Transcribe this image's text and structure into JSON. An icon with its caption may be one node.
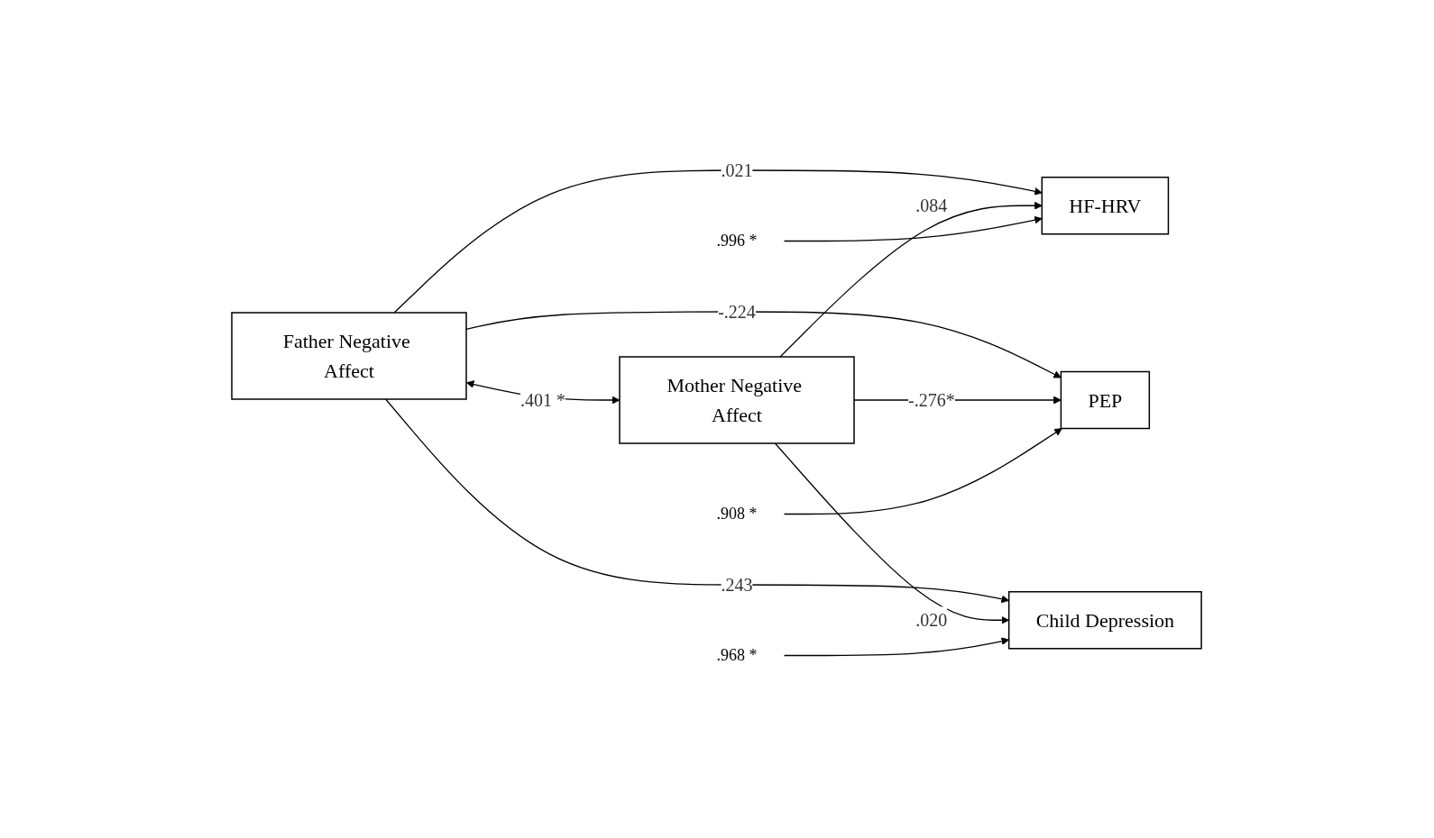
{
  "diagram": {
    "nodes": [
      {
        "text": [
          "Father Negative Affect"
        ]
      },
      {
        "text": [
          "Mother Negative Affect"
        ]
      },
      {
        "text": [
          "HF-HRV"
        ]
      },
      {
        "text": [
          "PEP"
        ]
      },
      {
        "text": [
          "Child Depression"
        ]
      },
      {
        "text": [
          ".996 *"
        ]
      },
      {
        "text": [
          ".908 *"
        ]
      },
      {
        "text": [
          ".968 *"
        ]
      }
    ],
    "edges": [
      {
        "from": 0,
        "to": 1,
        "arrow": "both",
        "label": ".401 *"
      },
      {
        "from": 0,
        "to": 2,
        "arrow": "to",
        "label": ".021"
      },
      {
        "from": 0,
        "to": 3,
        "arrow": "to",
        "label": "-.224"
      },
      {
        "from": 0,
        "to": 4,
        "arrow": "to",
        "label": ".243"
      },
      {
        "from": 1,
        "to": 2,
        "arrow": "to",
        "label": ".084"
      },
      {
        "from": 1,
        "to": 3,
        "arrow": "to",
        "label": "-.276*"
      },
      {
        "from": 1,
        "to": 4,
        "arrow": "to",
        "label": ".020"
      },
      {
        "from": 5,
        "to": 2,
        "arrow": "to"
      },
      {
        "from": 6,
        "to": 3,
        "arrow": "to"
      },
      {
        "from": 7,
        "to": 4,
        "arrow": "to"
      }
    ]
  }
}
